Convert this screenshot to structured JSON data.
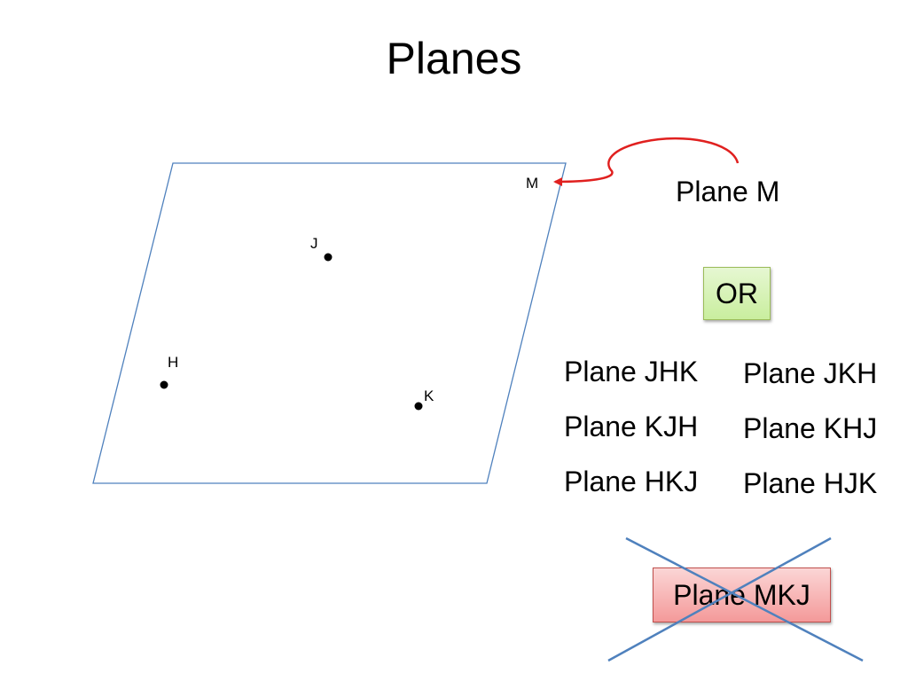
{
  "title": "Planes",
  "points": {
    "m": "M",
    "j": "J",
    "h": "H",
    "k": "K"
  },
  "plane_name_label": "Plane M",
  "or_label": "OR",
  "alternatives_left": [
    "Plane JHK",
    "Plane KJH",
    "Plane HKJ"
  ],
  "alternatives_right": [
    "Plane JKH",
    "Plane KHJ",
    "Plane HJK"
  ],
  "incorrect_label": "Plane MKJ",
  "colors": {
    "plane_outline": "#4f81bd",
    "arrow": "#e0201f",
    "cross": "#4f81bd",
    "or_fill": "#d6f2b8",
    "incorrect_fill": "#f7b4b4"
  }
}
